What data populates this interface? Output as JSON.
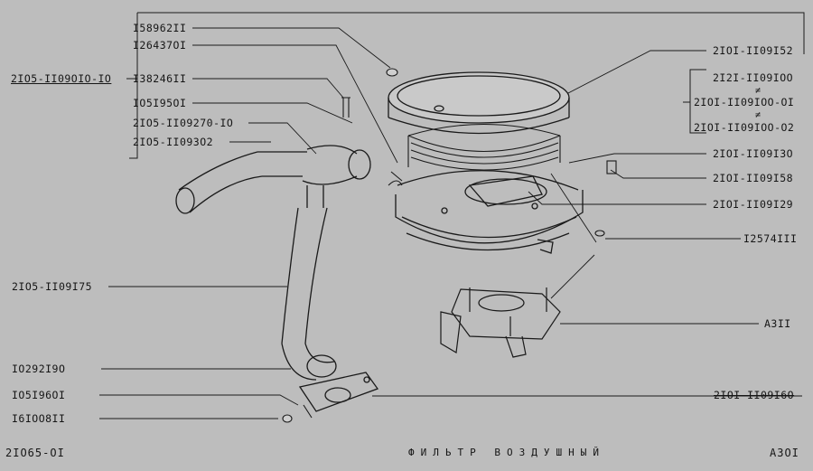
{
  "labels": {
    "p158962": "I58962II",
    "p126437": "I26437OI",
    "p_group": "2IO5-II09OIO-IO",
    "p138246": "I38246II",
    "p105195": "IO5I95OI",
    "p2105_270": "2IO5-II09270-IO",
    "p2105_302": "2IO5-II093O2",
    "p2105_175": "2IO5-II09I75",
    "p102921": "IO292I9O",
    "p105196": "IO5I96OI",
    "p161008": "I6IOO8II",
    "p2101_152": "2IOI-II09I52",
    "p2121_100": "2I2I-II09IOO",
    "ne1": "≠",
    "p2101_100_01": "2IOI-II09IOO-OI",
    "ne2": "≠",
    "p2101_100_02": "2IOI-II09IOO-O2",
    "p2101_130": "2IOI-II09I3O",
    "p2101_158": "2IOI-II09I58",
    "p2101_129": "2IOI-II09I29",
    "p125741": "I2574III",
    "pa311": "A3II",
    "p2101_160": "2IOI-II09I6O"
  },
  "footer": {
    "left": "2IO65-OI",
    "title": "ФИЛЬТР  ВОЗДУШНЫЙ",
    "right": "A3OI"
  }
}
